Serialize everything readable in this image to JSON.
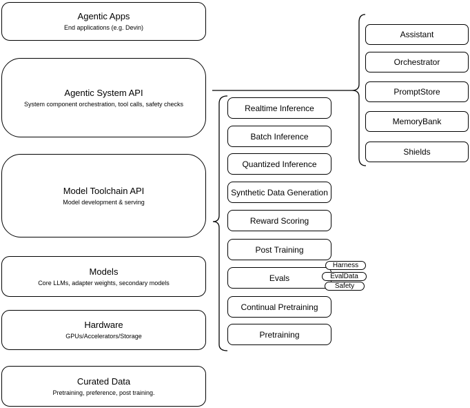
{
  "diagram": {
    "background_color": "#ffffff",
    "stroke_color": "#000000",
    "left_column": {
      "boxes": [
        {
          "title": "Agentic Apps",
          "subtitle": "End applications (e.g. Devin)"
        },
        {
          "title": "Agentic System API",
          "subtitle": "System component orchestration, tool calls, safety checks"
        },
        {
          "title": "Model Toolchain API",
          "subtitle": "Model development & serving"
        },
        {
          "title": "Models",
          "subtitle": "Core LLMs, adapter weights, secondary models"
        },
        {
          "title": "Hardware",
          "subtitle": "GPUs/Accelerators/Storage"
        },
        {
          "title": "Curated Data",
          "subtitle": "Pretraining, preference, post training."
        }
      ]
    },
    "toolchain_components": {
      "items": [
        {
          "label": "Realtime Inference"
        },
        {
          "label": "Batch Inference"
        },
        {
          "label": "Quantized Inference"
        },
        {
          "label": "Synthetic Data Generation"
        },
        {
          "label": "Reward Scoring"
        },
        {
          "label": "Post Training"
        },
        {
          "label": "Evals"
        },
        {
          "label": "Continual Pretraining"
        },
        {
          "label": "Pretraining"
        }
      ]
    },
    "eval_tags": {
      "items": [
        {
          "label": "Harness"
        },
        {
          "label": "EvalData"
        },
        {
          "label": "Safety"
        }
      ]
    },
    "system_components": {
      "items": [
        {
          "label": "Assistant"
        },
        {
          "label": "Orchestrator"
        },
        {
          "label": "PromptStore"
        },
        {
          "label": "MemoryBank"
        },
        {
          "label": "Shields"
        }
      ]
    }
  }
}
